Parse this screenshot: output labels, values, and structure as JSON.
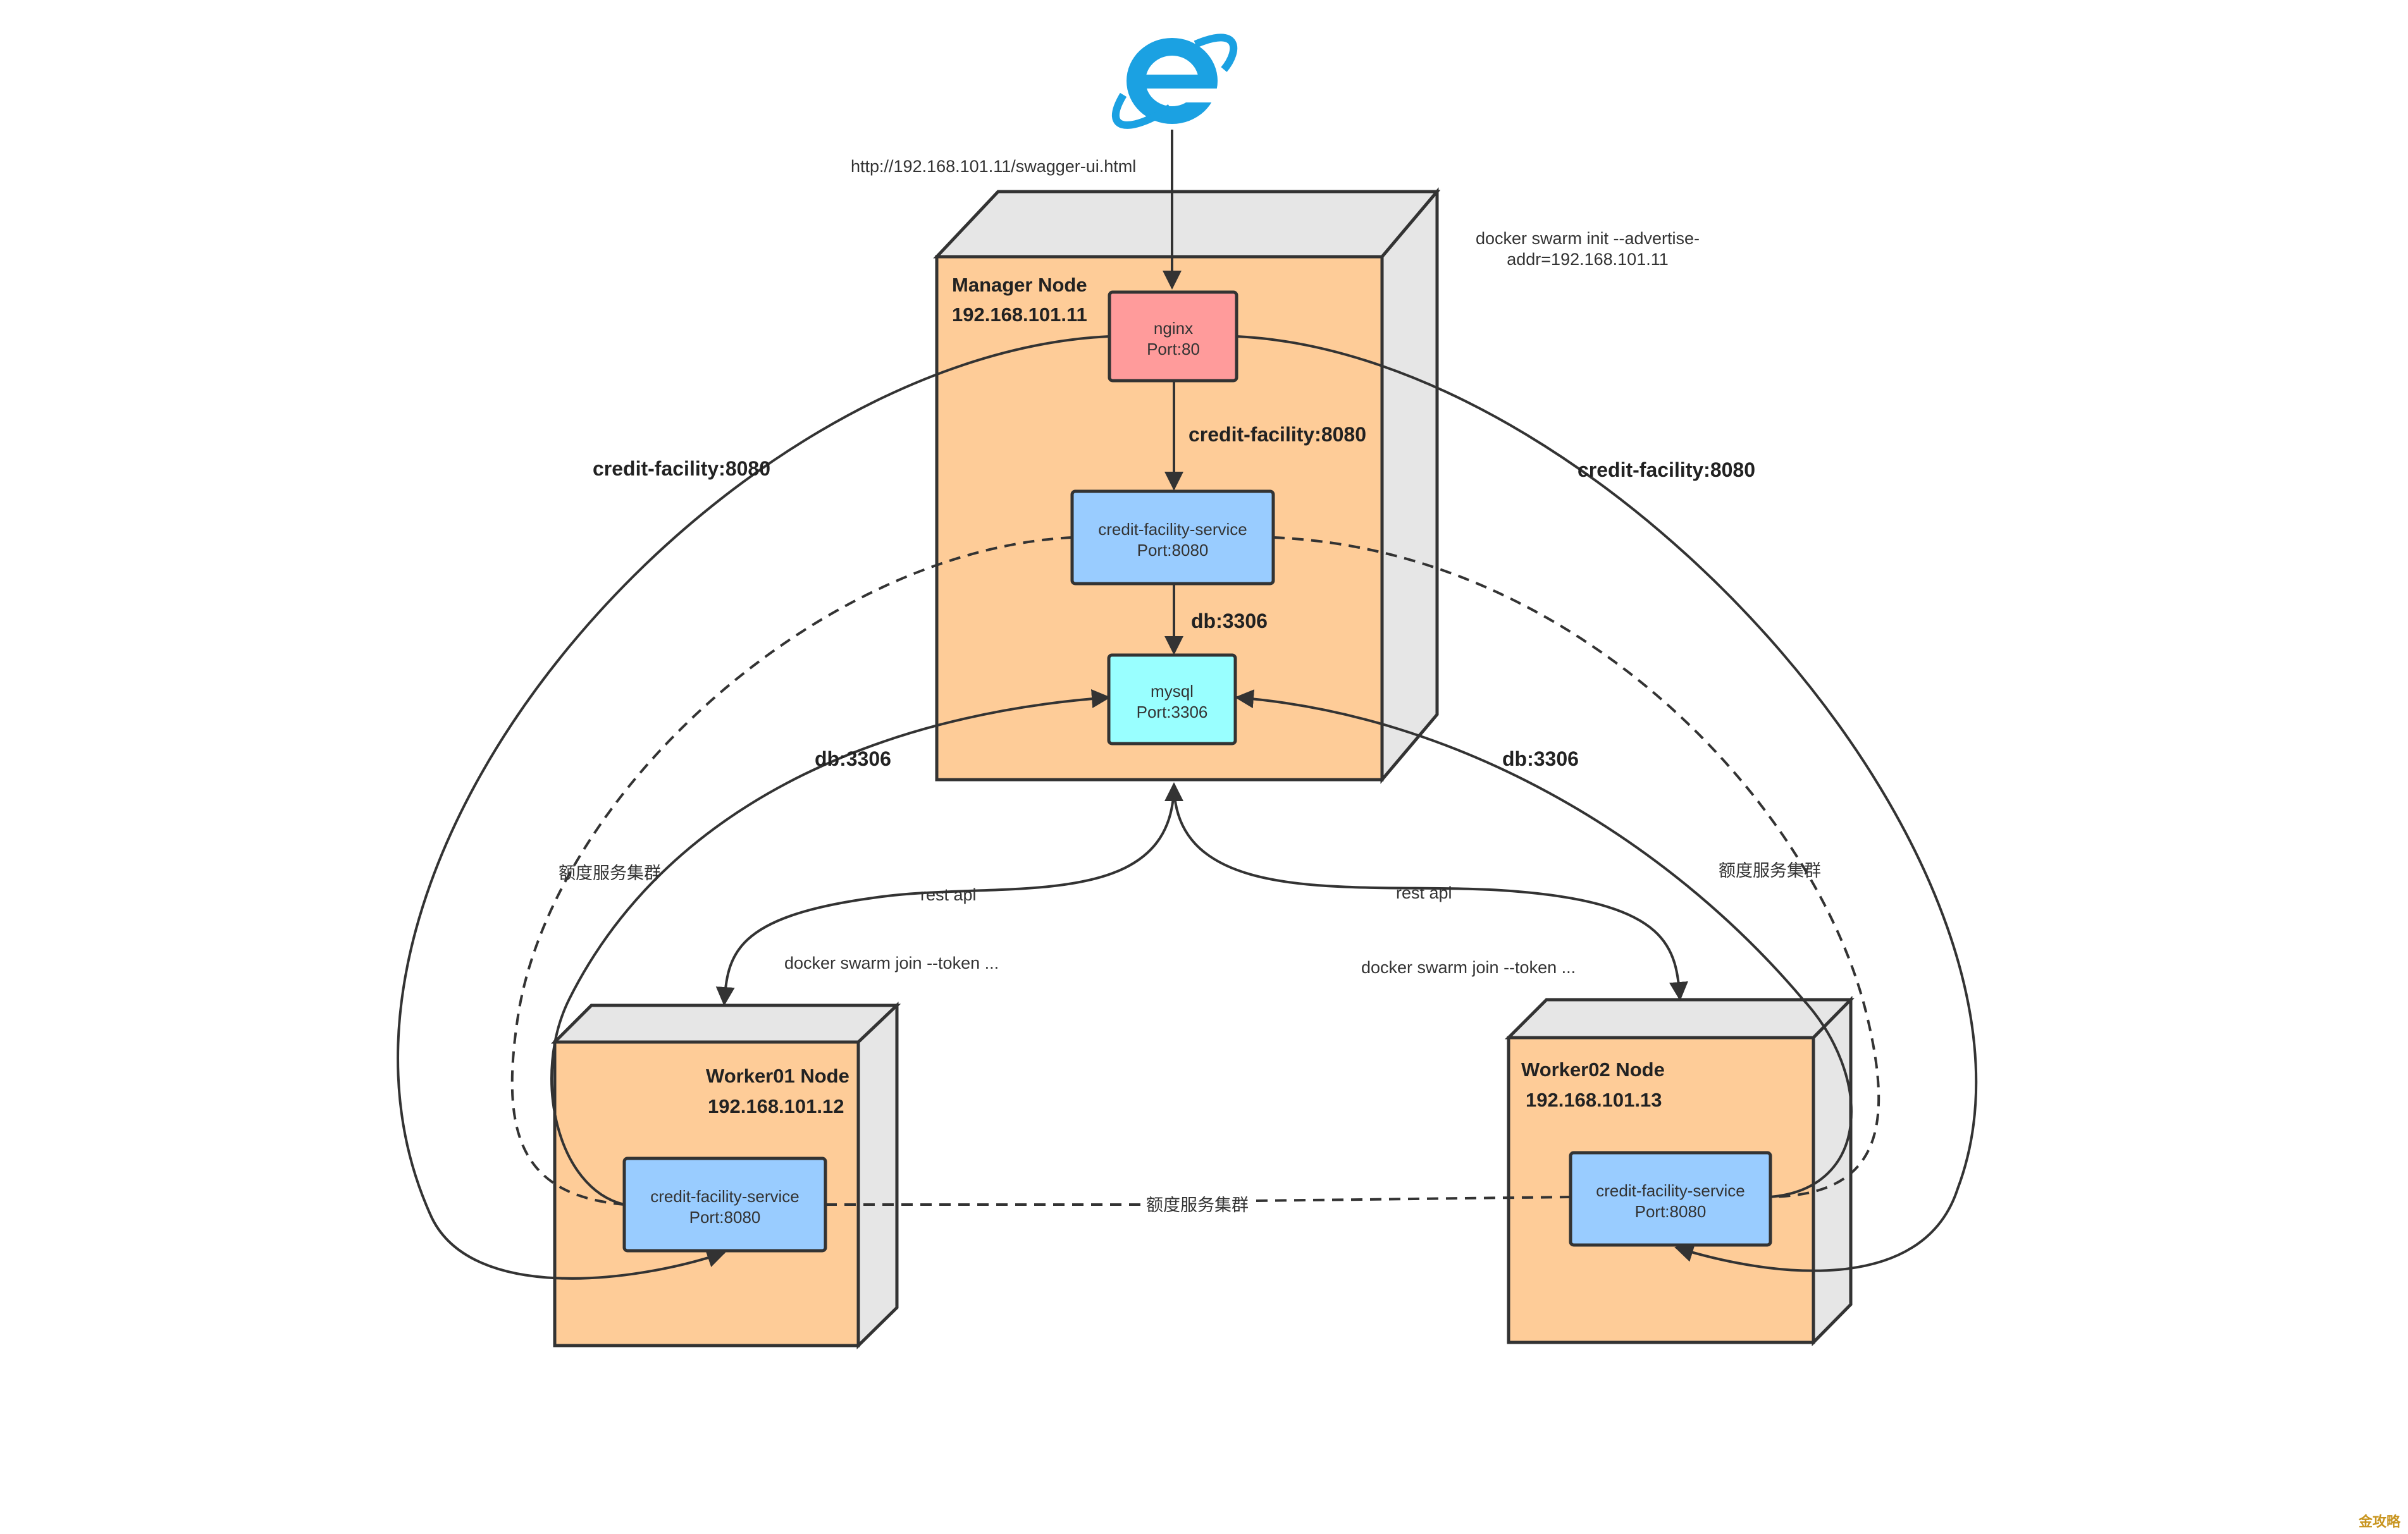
{
  "browser": {
    "icon": "internet-explorer-icon",
    "url": "http://192.168.101.11/swagger-ui.html"
  },
  "colors": {
    "node_face": "#FECC98",
    "node_side": "#E6E6E6",
    "nginx": "#FF9B9B",
    "service": "#99CCFF",
    "mysql": "#99FFFF",
    "ie_blue": "#1BA1E2",
    "line": "#333333"
  },
  "manager": {
    "title": "Manager Node",
    "ip": "192.168.101.11",
    "init_cmd_line1": "docker swarm init --advertise-",
    "init_cmd_line2": "addr=192.168.101.11",
    "nginx": {
      "name": "nginx",
      "port": "Port:80"
    },
    "service": {
      "name": "credit-facility-service",
      "port": "Port:8080"
    },
    "mysql": {
      "name": "mysql",
      "port": "Port:3306"
    },
    "edge_nginx_service": "credit-facility:8080",
    "edge_service_db": "db:3306"
  },
  "worker01": {
    "title": "Worker01 Node",
    "ip": "192.168.101.12",
    "join_cmd": "docker swarm join --token ...",
    "service": {
      "name": "credit-facility-service",
      "port": "Port:8080"
    }
  },
  "worker02": {
    "title": "Worker02 Node",
    "ip": "192.168.101.13",
    "join_cmd": "docker swarm join --token ...",
    "service": {
      "name": "credit-facility-service",
      "port": "Port:8080"
    }
  },
  "edges": {
    "left_credit": "credit-facility:8080",
    "right_credit": "credit-facility:8080",
    "left_db": "db:3306",
    "right_db": "db:3306",
    "left_rest": "rest api",
    "right_rest": "rest api",
    "left_cluster": "额度服务集群",
    "right_cluster": "额度服务集群",
    "bottom_cluster": "额度服务集群"
  },
  "watermark": "金攻略"
}
